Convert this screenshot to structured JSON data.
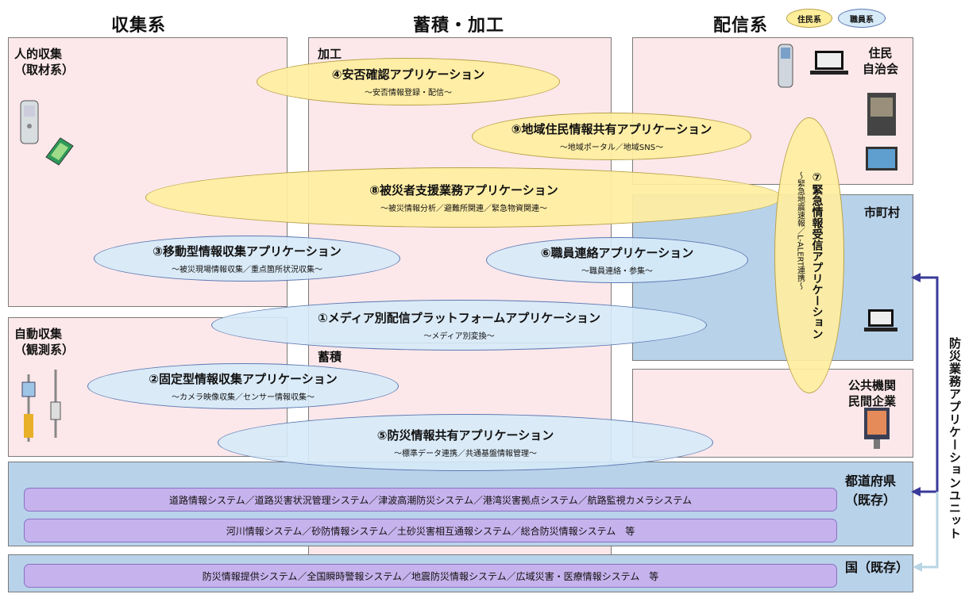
{
  "headers": {
    "collect": "収集系",
    "store": "蓄積・加工",
    "deliver": "配信系"
  },
  "legend": {
    "resident": "住民系",
    "staff": "職員系"
  },
  "panels": {
    "human": "人的収集\n（取材系）",
    "auto": "自動収集\n（観測系）",
    "process": "加工",
    "storage": "蓄積",
    "residents": "住民\n自治会",
    "municipality": "市町村",
    "public": "公共機関\n民間企業",
    "prefecture": "都道府県\n（既存）",
    "country": "国（既存）"
  },
  "apps": [
    {
      "title": "①メディア別配信プラットフォームアプリケーション",
      "sub": "～メディア別変換～"
    },
    {
      "title": "②固定型情報収集アプリケーション",
      "sub": "～カメラ映像収集／センサー情報収集～"
    },
    {
      "title": "③移動型情報収集アプリケーション",
      "sub": "～被災現場情報収集／重点箇所状況収集～"
    },
    {
      "title": "④安否確認アプリケーション",
      "sub": "～安否情報登録・配信～"
    },
    {
      "title": "⑤防災情報共有アプリケーション",
      "sub": "～標準データ連携／共通基盤情報管理～"
    },
    {
      "title": "⑥職員連絡アプリケーション",
      "sub": "～職員連絡・参集～"
    },
    {
      "title": "⑦緊急情報受信アプリケーション",
      "sub": "～緊急地震速報／L-ALERT連携～"
    },
    {
      "title": "⑧被災者支援業務アプリケーション",
      "sub": "～被災情報分析／避難所関連／緊急物資関連～"
    },
    {
      "title": "⑨地域住民情報共有アプリケーション",
      "sub": "～地域ポータル／地域SNS～"
    }
  ],
  "existing_systems": [
    "道路情報システム／道路災害状況管理システム／津波高潮防災システム／港湾災害拠点システム／航路監視カメラシステム",
    "河川情報システム／砂防情報システム／土砂災害相互通報システム／総合防災情報システム　等",
    "防災情報提供システム／全国瞬時警報システム／地震防災情報システム／広域災害・医療情報システム　等"
  ],
  "unit_label": "防災業務アプリケーションユニット",
  "colors": {
    "pink": "#fce8ea",
    "blue": "#b8d2ea",
    "yellow": "#ffeea0",
    "lightblue": "#d6eaf8",
    "purple": "#c6b2ec",
    "arrow": "#3a3aa8"
  },
  "icons": [
    "cellphone-icon",
    "pda-icon",
    "flip-phone-icon",
    "laptop-icon",
    "tv-icon",
    "monitor-icon",
    "sensor-pole-icon",
    "signage-icon"
  ]
}
